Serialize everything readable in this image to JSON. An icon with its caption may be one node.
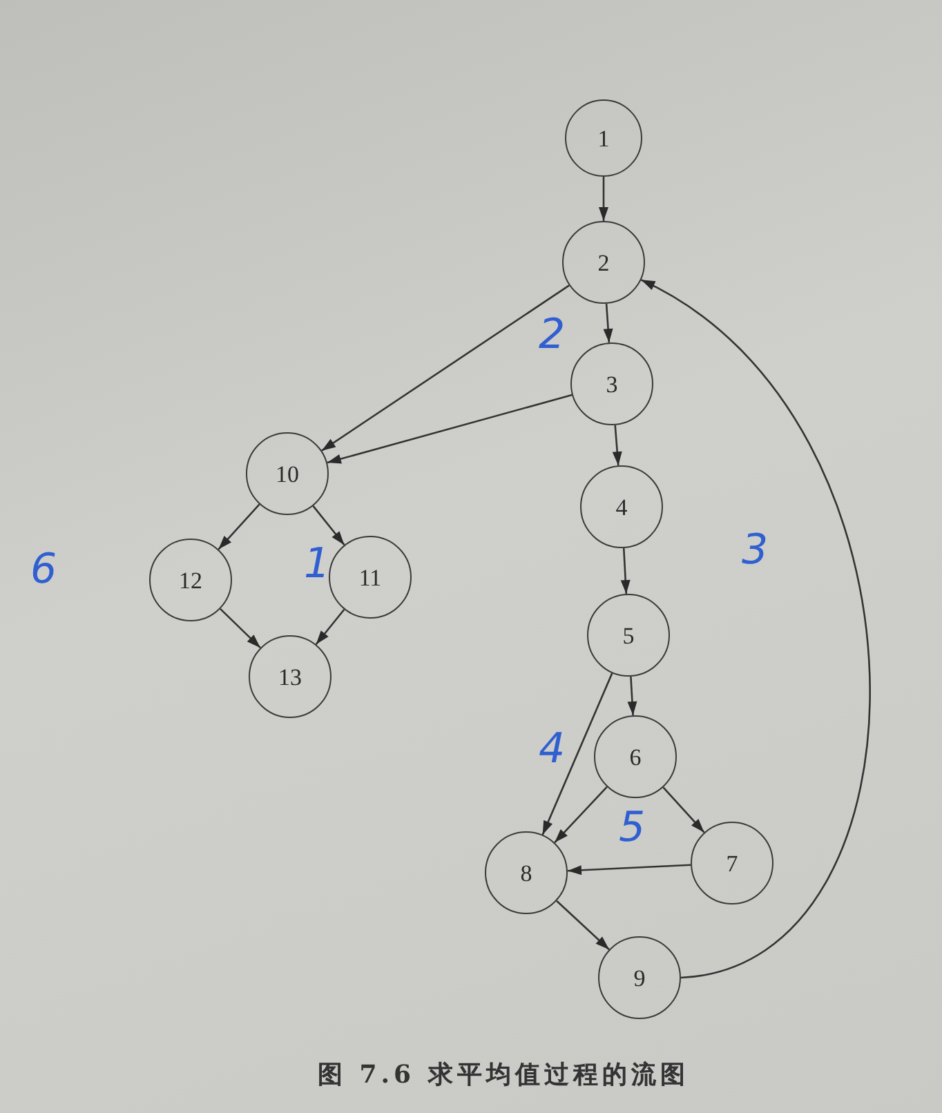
{
  "diagram": {
    "caption": "图 7.6 求平均值过程的流图",
    "nodes": [
      {
        "text": [
          "1"
        ]
      },
      {
        "text": [
          "2"
        ]
      },
      {
        "text": [
          "3"
        ]
      },
      {
        "text": [
          "4"
        ]
      },
      {
        "text": [
          "5"
        ]
      },
      {
        "text": [
          "6"
        ]
      },
      {
        "text": [
          "7"
        ]
      },
      {
        "text": [
          "8"
        ]
      },
      {
        "text": [
          "9"
        ]
      },
      {
        "text": [
          "10"
        ]
      },
      {
        "text": [
          "11"
        ]
      },
      {
        "text": [
          "12"
        ]
      },
      {
        "text": [
          "13"
        ]
      }
    ],
    "edges": [
      {
        "from": 0,
        "to": 1,
        "arrow": "to"
      },
      {
        "from": 1,
        "to": 2,
        "arrow": "to"
      },
      {
        "from": 1,
        "to": 9,
        "arrow": "to"
      },
      {
        "from": 2,
        "to": 9,
        "arrow": "to"
      },
      {
        "from": 2,
        "to": 3,
        "arrow": "to"
      },
      {
        "from": 3,
        "to": 4,
        "arrow": "to"
      },
      {
        "from": 4,
        "to": 5,
        "arrow": "to"
      },
      {
        "from": 4,
        "to": 7,
        "arrow": "to"
      },
      {
        "from": 5,
        "to": 7,
        "arrow": "to"
      },
      {
        "from": 5,
        "to": 6,
        "arrow": "to"
      },
      {
        "from": 6,
        "to": 7,
        "arrow": "to"
      },
      {
        "from": 7,
        "to": 8,
        "arrow": "to"
      },
      {
        "from": 8,
        "to": 1,
        "arrow": "to"
      },
      {
        "from": 9,
        "to": 11,
        "arrow": "to"
      },
      {
        "from": 9,
        "to": 10,
        "arrow": "to"
      },
      {
        "from": 11,
        "to": 12,
        "arrow": "to"
      },
      {
        "from": 10,
        "to": 12,
        "arrow": "to"
      }
    ],
    "labels": [
      "2",
      "3",
      "1",
      "6",
      "4",
      "5"
    ]
  }
}
